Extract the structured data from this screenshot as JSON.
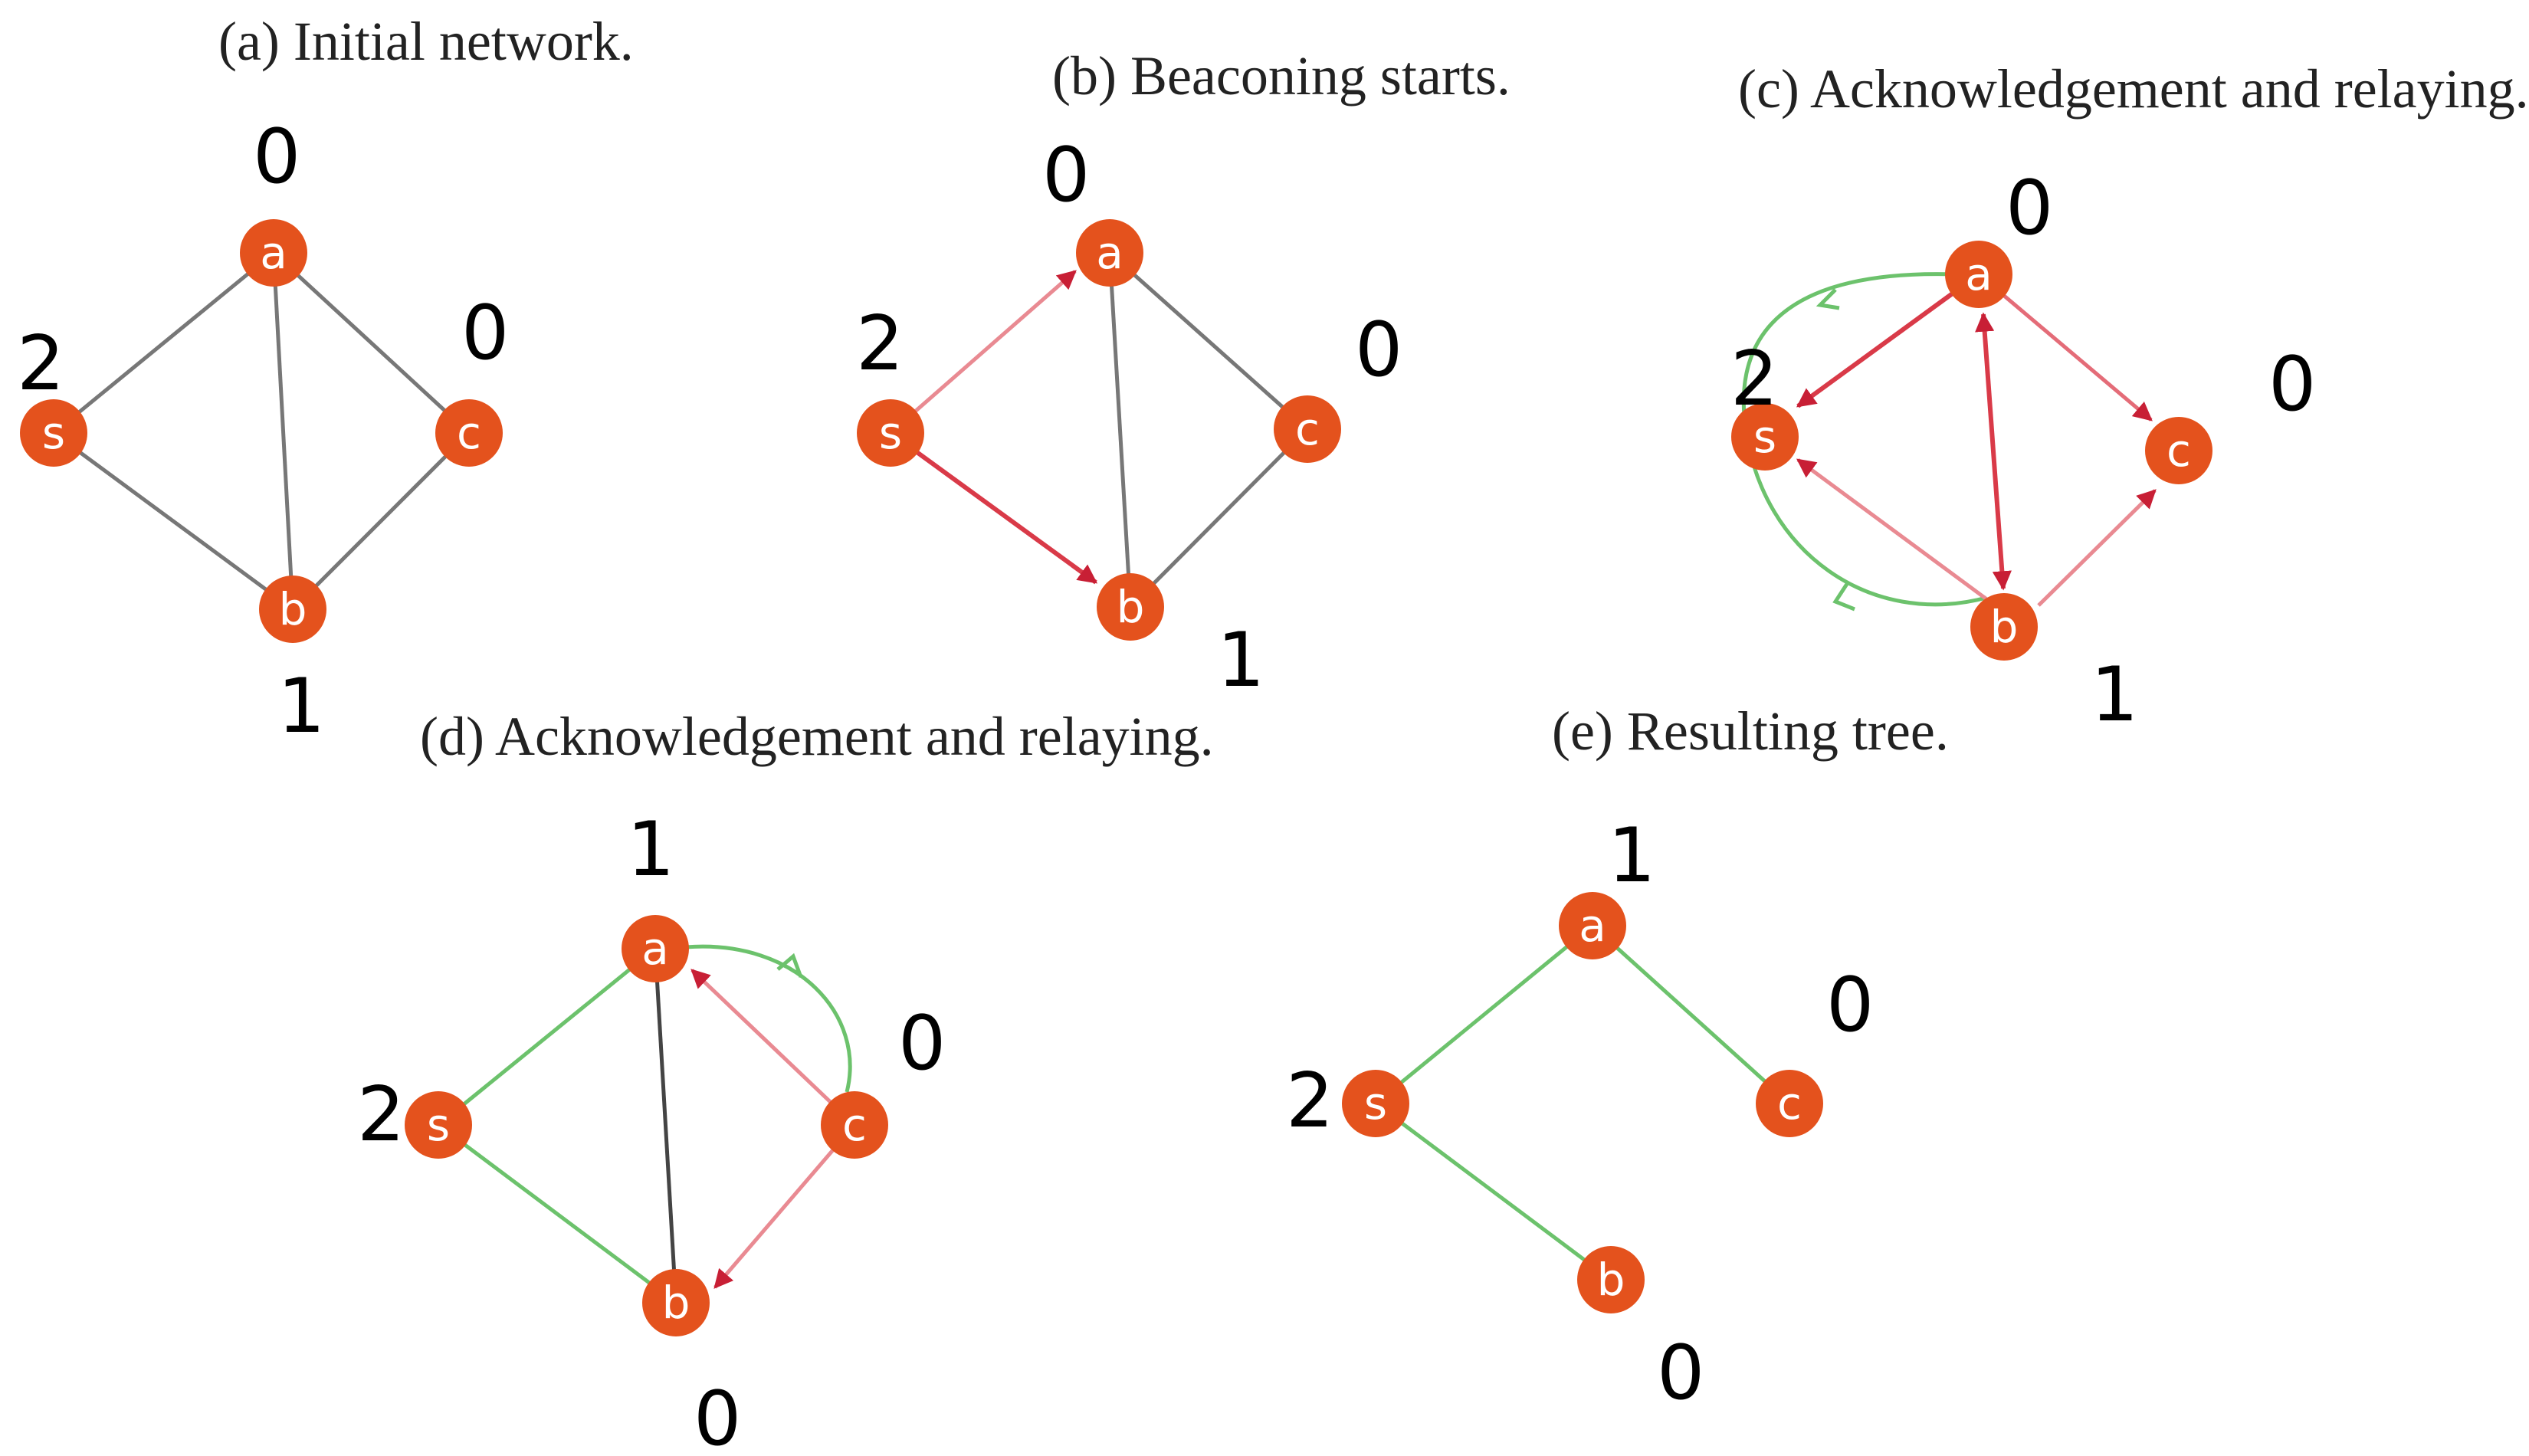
{
  "colors": {
    "node_fill": "#e4521d",
    "node_text": "#ffffff",
    "plain_edge": "#777777",
    "red_edge": "#d93a48",
    "light_red_edge": "#e98a92",
    "green_edge": "#6cc26c",
    "caption_text": "#222222",
    "value_text": "#000000"
  },
  "panels": [
    {
      "id": "a",
      "caption": "(a) Initial network.",
      "nodes": [
        {
          "id": "a",
          "label": "a",
          "value": "0"
        },
        {
          "id": "s",
          "label": "s",
          "value": "2"
        },
        {
          "id": "c",
          "label": "c",
          "value": "0"
        },
        {
          "id": "b",
          "label": "b",
          "value": "1"
        }
      ],
      "edges": [
        {
          "from": "s",
          "to": "a",
          "style": "plain"
        },
        {
          "from": "a",
          "to": "c",
          "style": "plain"
        },
        {
          "from": "a",
          "to": "b",
          "style": "plain"
        },
        {
          "from": "s",
          "to": "b",
          "style": "plain"
        },
        {
          "from": "b",
          "to": "c",
          "style": "plain"
        }
      ]
    },
    {
      "id": "b",
      "caption": "(b) Beaconing starts.",
      "nodes": [
        {
          "id": "a",
          "label": "a",
          "value": "0"
        },
        {
          "id": "s",
          "label": "s",
          "value": "2"
        },
        {
          "id": "c",
          "label": "c",
          "value": "0"
        },
        {
          "id": "b",
          "label": "b",
          "value": "1"
        }
      ],
      "edges": [
        {
          "from": "s",
          "to": "a",
          "style": "light-red-arrow"
        },
        {
          "from": "s",
          "to": "b",
          "style": "red-arrow"
        },
        {
          "from": "a",
          "to": "c",
          "style": "plain"
        },
        {
          "from": "a",
          "to": "b",
          "style": "plain"
        },
        {
          "from": "b",
          "to": "c",
          "style": "plain"
        }
      ]
    },
    {
      "id": "c",
      "caption": "(c) Acknowledgement and relaying.",
      "nodes": [
        {
          "id": "a",
          "label": "a",
          "value": "0"
        },
        {
          "id": "s",
          "label": "s",
          "value": "2"
        },
        {
          "id": "c",
          "label": "c",
          "value": "0"
        },
        {
          "id": "b",
          "label": "b",
          "value": "1"
        }
      ],
      "edges": [
        {
          "from": "a",
          "to": "s",
          "style": "red-arrow"
        },
        {
          "from": "a",
          "to": "c",
          "style": "red-arrow"
        },
        {
          "from": "a",
          "to": "b",
          "style": "red-double-arrow"
        },
        {
          "from": "b",
          "to": "s",
          "style": "light-red-arrow"
        },
        {
          "from": "b",
          "to": "c",
          "style": "light-red-arrow"
        },
        {
          "from": "a",
          "to": "b",
          "style": "green-arc"
        }
      ]
    },
    {
      "id": "d",
      "caption": "(d) Acknowledgement and relaying.",
      "nodes": [
        {
          "id": "a",
          "label": "a",
          "value": "1"
        },
        {
          "id": "s",
          "label": "s",
          "value": "2"
        },
        {
          "id": "c",
          "label": "c",
          "value": "0"
        },
        {
          "id": "b",
          "label": "b",
          "value": "0"
        }
      ],
      "edges": [
        {
          "from": "s",
          "to": "a",
          "style": "green"
        },
        {
          "from": "s",
          "to": "b",
          "style": "green"
        },
        {
          "from": "a",
          "to": "b",
          "style": "plain"
        },
        {
          "from": "c",
          "to": "a",
          "style": "light-red-arrow"
        },
        {
          "from": "c",
          "to": "b",
          "style": "light-red-arrow"
        },
        {
          "from": "c",
          "to": "a",
          "style": "green-arc"
        }
      ]
    },
    {
      "id": "e",
      "caption": "(e) Resulting tree.",
      "nodes": [
        {
          "id": "a",
          "label": "a",
          "value": "1"
        },
        {
          "id": "s",
          "label": "s",
          "value": "2"
        },
        {
          "id": "c",
          "label": "c",
          "value": "0"
        },
        {
          "id": "b",
          "label": "b",
          "value": "0"
        }
      ],
      "edges": [
        {
          "from": "s",
          "to": "a",
          "style": "green"
        },
        {
          "from": "a",
          "to": "c",
          "style": "green"
        },
        {
          "from": "s",
          "to": "b",
          "style": "green"
        }
      ]
    }
  ]
}
